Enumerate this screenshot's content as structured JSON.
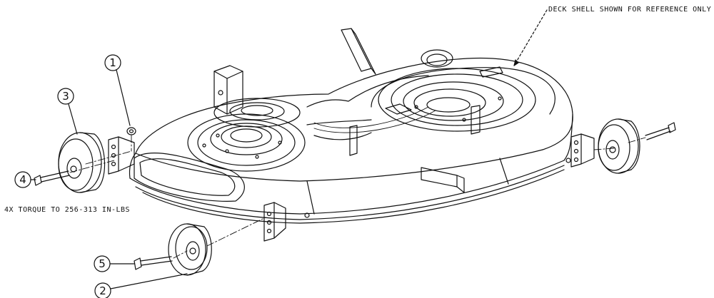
{
  "notes": {
    "reference": "DECK SHELL SHOWN FOR REFERENCE ONLY",
    "torque": "4X TORQUE TO 256-313 IN-LBS"
  },
  "callouts": [
    {
      "id": "1",
      "part": "nut"
    },
    {
      "id": "2",
      "part": "wheel-rear"
    },
    {
      "id": "3",
      "part": "wheel-front"
    },
    {
      "id": "4",
      "part": "bolt-front"
    },
    {
      "id": "5",
      "part": "bolt-rear"
    }
  ],
  "colors": {
    "line": "#111111",
    "background": "#ffffff"
  }
}
